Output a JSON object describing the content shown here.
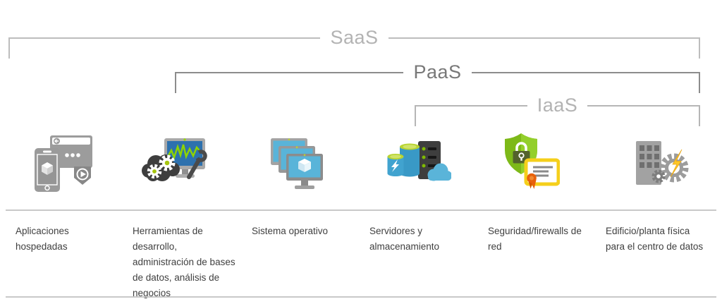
{
  "brackets": [
    {
      "id": "saas",
      "label": "SaaS"
    },
    {
      "id": "paas",
      "label": "PaaS"
    },
    {
      "id": "iaas",
      "label": "IaaS"
    }
  ],
  "columns": [
    {
      "icon": "hosted-apps-icon",
      "label_lines": [
        "Aplicaciones",
        "hospedadas"
      ]
    },
    {
      "icon": "dev-tools-icon",
      "label_lines": [
        "Herramientas de",
        "desarrollo,",
        "administración de bases",
        "de datos, análisis de",
        "negocios"
      ]
    },
    {
      "icon": "operating-system-icon",
      "label_lines": [
        "Sistema operativo"
      ]
    },
    {
      "icon": "servers-storage-icon",
      "label_lines": [
        "Servidores y",
        "almacenamiento"
      ]
    },
    {
      "icon": "security-firewall-icon",
      "label_lines": [
        "Seguridad/firewalls de",
        "red"
      ]
    },
    {
      "icon": "datacenter-building-icon",
      "label_lines": [
        "Edificio/planta física",
        "para el centro de datos"
      ]
    }
  ],
  "colors": {
    "saas_line": "#bdbdbd",
    "saas_text": "#b3b3b3",
    "paas_line": "#8c8c8c",
    "paas_text": "#787878",
    "iaas_line": "#b6b6b6",
    "iaas_text": "#b3b3b3",
    "caption_text": "#3f3f3f",
    "divider": "#c9c9c9",
    "icon_gray": "#9b9b9b",
    "dark_gray": "#3e3e3e",
    "screen_blue": "#2d71ae",
    "vm_blue": "#59b4d9",
    "db_blue": "#3999c6",
    "lime_green": "#b8d432",
    "chart_green": "#8ed300",
    "shield_green": "#7db918",
    "lock_olive": "#53622c",
    "cert_yellow": "#f5cf1b",
    "ribbon_orange": "#e8610c",
    "bolt_yellow": "#ffc727",
    "led_green": "#7fba00"
  }
}
